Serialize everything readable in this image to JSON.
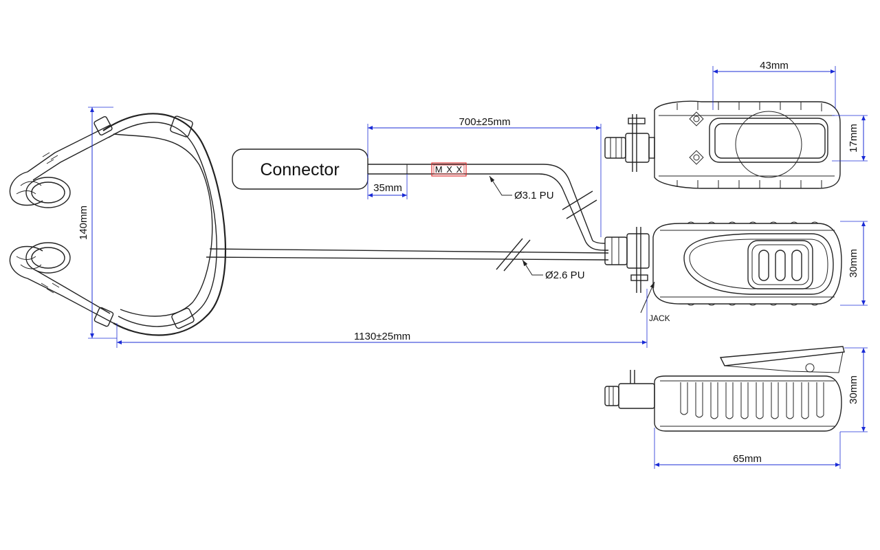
{
  "labels": {
    "connector": "Connector",
    "marker": "M X X",
    "cable_outer": "Ø3.1 PU",
    "cable_inner": "Ø2.6 PU",
    "jack": "JACK"
  },
  "dimensions": {
    "ptt_width_top": "43mm",
    "ptt_thickness_top": "17mm",
    "cable_length_upper": "700±25mm",
    "cable_segment": "35mm",
    "headset_height": "140mm",
    "ptt_height_front": "30mm",
    "total_length": "1130±25mm",
    "ptt_height_side": "30mm",
    "ptt_length_side": "65mm"
  },
  "colors": {
    "dimension": "#1a2bd6",
    "line": "#222222",
    "marker": "#e03030"
  }
}
